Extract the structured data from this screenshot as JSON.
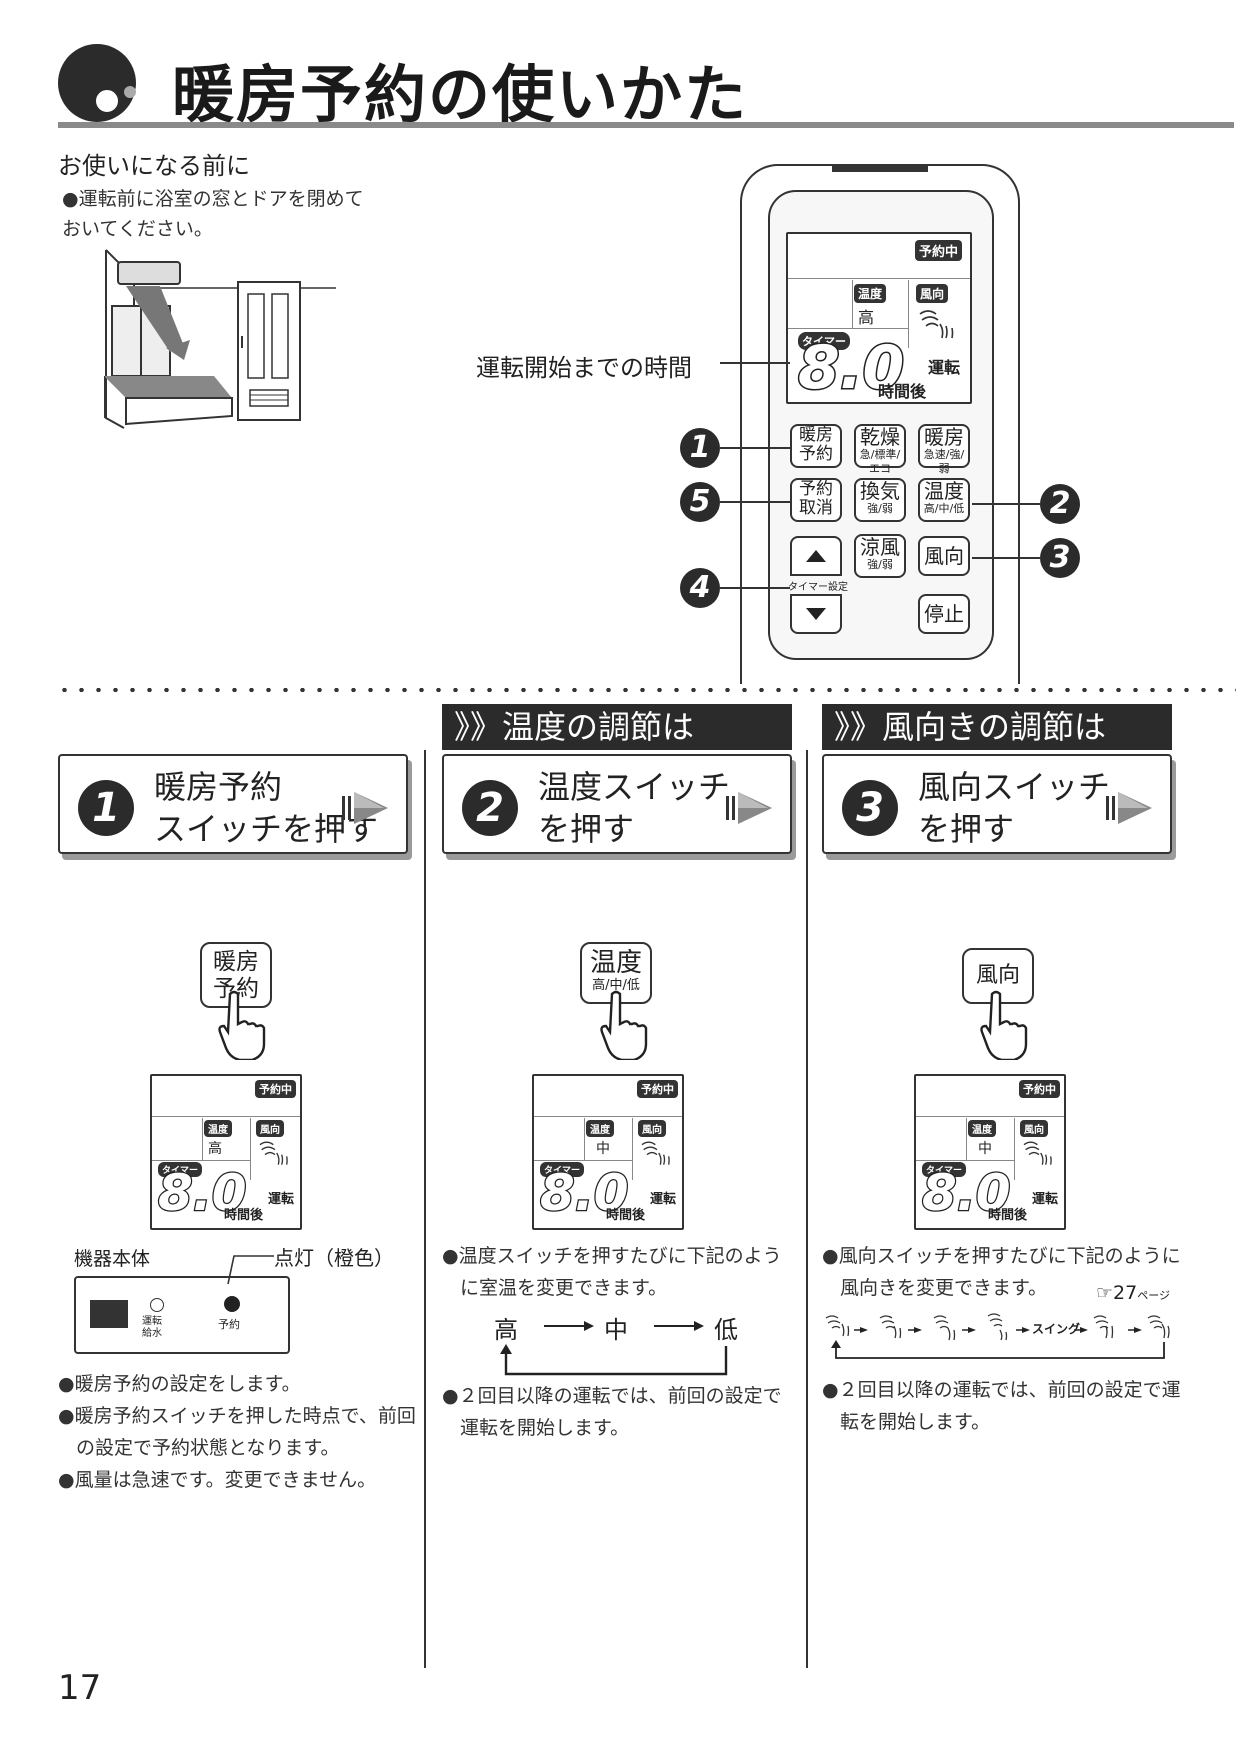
{
  "header": {
    "title": "暖房予約の使いかた"
  },
  "intro": {
    "heading": "お使いになる前に",
    "bullet": "●運転前に浴室の窓とドアを閉めて\nおいてください。"
  },
  "remote": {
    "time_label": "運転開始までの時間",
    "lcd": {
      "reserve": "予約中",
      "temp": "温度",
      "temp_val": "高",
      "wind": "風向",
      "timer": "タイマー",
      "digits": "8.0",
      "hours_after": "時間後",
      "run": "運転"
    },
    "buttons": [
      {
        "main": "暖房\n予約",
        "sub": ""
      },
      {
        "main": "乾燥",
        "sub": "急/標準/エコ"
      },
      {
        "main": "暖房",
        "sub": "急速/強/弱"
      },
      {
        "main": "予約\n取消",
        "sub": ""
      },
      {
        "main": "換気",
        "sub": "強/弱"
      },
      {
        "main": "温度",
        "sub": "高/中/低"
      },
      {
        "main": "涼風",
        "sub": "強/弱"
      },
      {
        "main": "風向",
        "sub": ""
      },
      {
        "main": "停止",
        "sub": ""
      }
    ],
    "timer_set": "タイマー設定",
    "callouts": [
      "1",
      "5",
      "4",
      "2",
      "3"
    ]
  },
  "sections": {
    "temp_banner": "》》温度の調節は",
    "wind_banner": "》》風向きの調節は"
  },
  "steps": [
    {
      "num": "1",
      "line1": "暖房予約",
      "line2": "スイッチを押す",
      "button": "暖房\n予約",
      "button_sub": "",
      "temp_val": "高"
    },
    {
      "num": "2",
      "line1": "温度スイッチ",
      "line2": "を押す",
      "button": "温度",
      "button_sub": "高/中/低",
      "temp_val": "中"
    },
    {
      "num": "3",
      "line1": "風向スイッチ",
      "line2": "を押す",
      "button": "風向",
      "button_sub": "",
      "temp_val": "中"
    }
  ],
  "step1": {
    "device_label": "機器本体",
    "lamp_label": "点灯（橙色）",
    "lamp_run": "運転\n給水",
    "lamp_reserve": "予約",
    "bullets": [
      "●暖房予約の設定をします。",
      "●暖房予約スイッチを押した時点で、前回の設定で予約状態となります。",
      "●風量は急速です。変更できません。"
    ]
  },
  "step2": {
    "bullet1": "●温度スイッチを押すたびに下記のように室温を変更できます。",
    "cycle": [
      "高",
      "中",
      "低"
    ],
    "bullet2": "●２回目以降の運転では、前回の設定で運転を開始します。"
  },
  "step3": {
    "bullet1": "●風向スイッチを押すたびに下記のように風向きを変更できます。",
    "ref": "☞27",
    "ref_unit": "ページ",
    "swing": "スイング",
    "bullet2": "●２回目以降の運転では、前回の設定で運転を開始します。"
  },
  "footer": {
    "page": "17"
  }
}
